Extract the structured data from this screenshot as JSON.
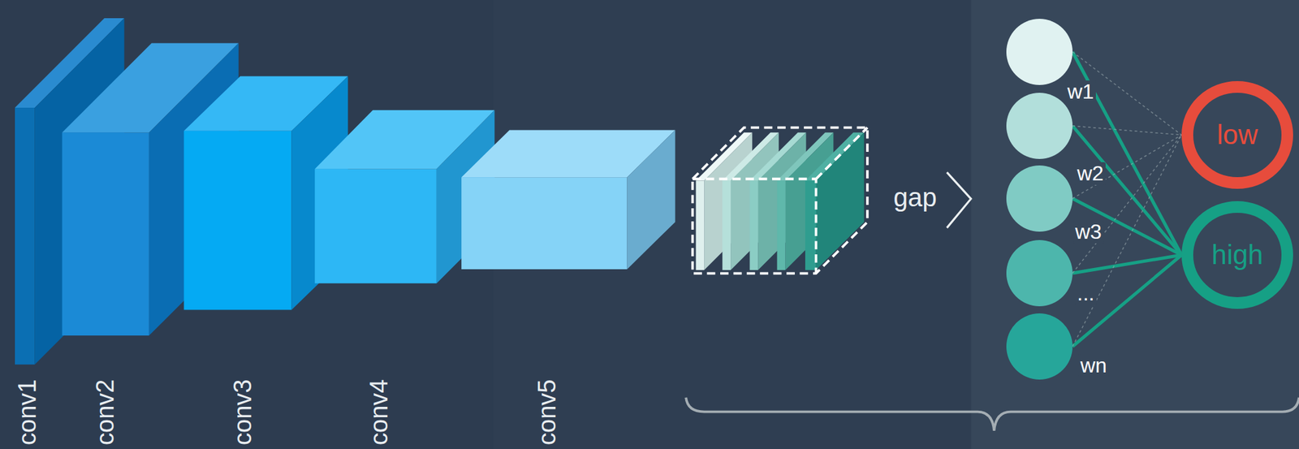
{
  "diagram": {
    "nodes": [
      {
        "text": [
          "w1"
        ]
      },
      {
        "text": [
          "w2"
        ]
      },
      {
        "text": [
          "w3"
        ]
      },
      {
        "text": [
          "..."
        ]
      },
      {
        "text": [
          "wn"
        ]
      },
      {
        "text": [
          "low"
        ]
      },
      {
        "text": [
          "high"
        ]
      }
    ],
    "edges": [
      {
        "from": 0,
        "to": 6,
        "arrow": "none"
      },
      {
        "from": 1,
        "to": 6,
        "arrow": "none"
      },
      {
        "from": 2,
        "to": 6,
        "arrow": "none"
      },
      {
        "from": 3,
        "to": 6,
        "arrow": "none"
      },
      {
        "from": 4,
        "to": 6,
        "arrow": "none"
      },
      {
        "from": 0,
        "to": 5,
        "arrow": "none"
      },
      {
        "from": 1,
        "to": 5,
        "arrow": "none"
      },
      {
        "from": 2,
        "to": 5,
        "arrow": "none"
      },
      {
        "from": 3,
        "to": 5,
        "arrow": "none"
      },
      {
        "from": 4,
        "to": 5,
        "arrow": "none"
      }
    ],
    "labels": [
      "conv1",
      "conv2",
      "conv3",
      "conv4",
      "conv5",
      "gap"
    ]
  }
}
